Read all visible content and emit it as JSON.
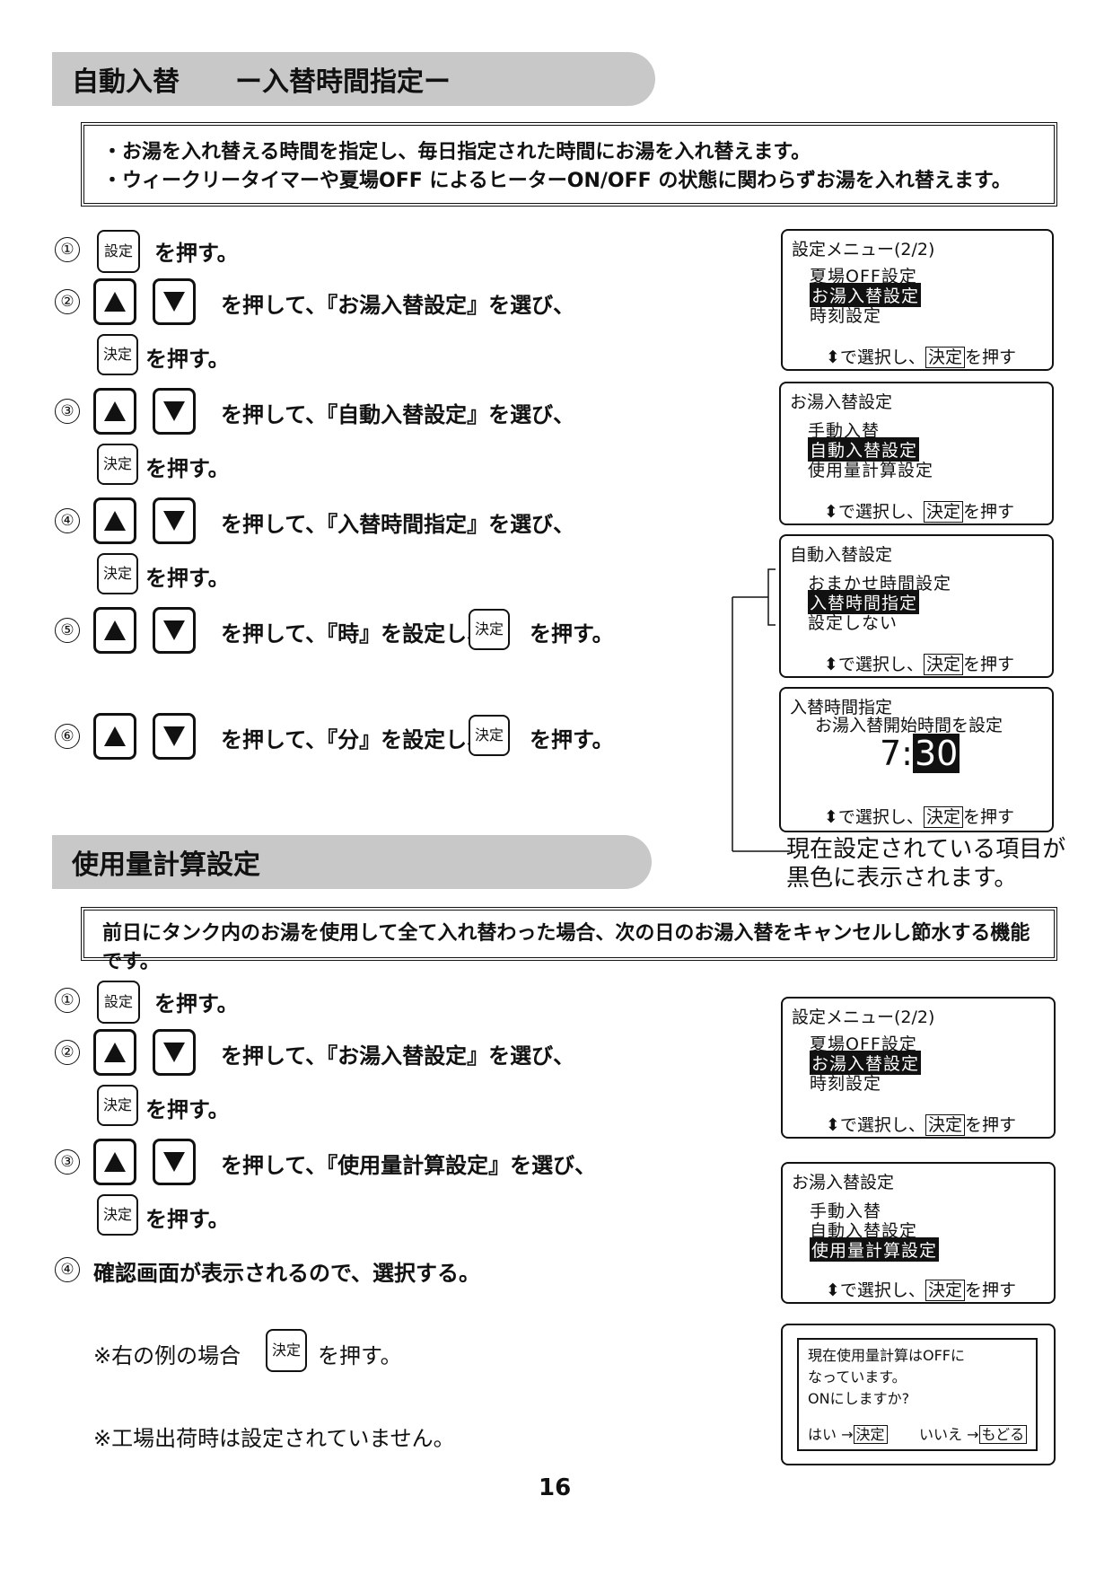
{
  "section1": {
    "title_main": "自動入替",
    "title_sub": "ー入替時間指定ー",
    "desc_line1": "・お湯を入れ替える時間を指定し、毎日指定された時間にお湯を入れ替えます。",
    "desc_line2": "・ウィークリータイマーや夏場OFF によるヒーターON/OFF の状態に関わらずお湯を入れ替えます。",
    "steps": {
      "s1_num": "①",
      "s1_text": "を押す。",
      "s2_num": "②",
      "s2_text": "を押して、『お湯入替設定』を選び、",
      "s2b_text": "を押す。",
      "s3_num": "③",
      "s3_text": "を押して、『自動入替設定』を選び、",
      "s3b_text": "を押す。",
      "s4_num": "④",
      "s4_text": "を押して、『入替時間指定』を選び、",
      "s4b_text": "を押す。",
      "s5_num": "⑤",
      "s5_text": "を押して、『時』を設定し、",
      "s5_end": "を押す。",
      "s6_num": "⑥",
      "s6_text": "を押して、『分』を設定し、",
      "s6_end": "を押す。"
    }
  },
  "section2": {
    "title": "使用量計算設定",
    "desc": "前日にタンク内のお湯を使用して全て入れ替わった場合、次の日のお湯入替をキャンセルし節水する機能です。",
    "steps": {
      "s1_num": "①",
      "s1_text": "を押す。",
      "s2_num": "②",
      "s2_text": "を押して、『お湯入替設定』を選び、",
      "s2b_text": "を押す。",
      "s3_num": "③",
      "s3_text": "を押して、『使用量計算設定』を選び、",
      "s3b_text": "を押す。",
      "s4_num": "④",
      "s4_text": "確認画面が表示されるので、選択する。",
      "note1_pre": "※右の例の場合",
      "note1_post": "を押す。",
      "note2": "※工場出荷時は設定されていません。"
    }
  },
  "buttons": {
    "settei": "設定",
    "kettei": "決定"
  },
  "lcd": {
    "footer_pre": "で選択し、",
    "footer_key": "決定",
    "footer_post": "を押す",
    "menu22": {
      "title": "設定メニュー(2/2)",
      "items": [
        "夏場OFF設定",
        "お湯入替設定",
        "時刻設定"
      ]
    },
    "oyu": {
      "title": "お湯入替設定",
      "items": [
        "手動入替",
        "自動入替設定",
        "使用量計算設定"
      ]
    },
    "jido": {
      "title": "自動入替設定",
      "items": [
        "おまかせ時間設定",
        "入替時間指定",
        "設定しない"
      ]
    },
    "jikan": {
      "title": "入替時間指定",
      "sub": "お湯入替開始時間を設定",
      "hour": "7:",
      "minute": "30"
    },
    "confirm": {
      "line1": "現在使用量計算はOFFに",
      "line2": "なっています。",
      "line3": "ONにしますか?",
      "yes": "はい →",
      "yes_key": "決定",
      "no": "いいえ →",
      "no_key": "もどる"
    }
  },
  "callout": {
    "line1": "現在設定されている項目が",
    "line2": "黒色に表示されます。"
  },
  "page_number": "16",
  "icons": [
    "up-arrow-icon",
    "down-arrow-icon",
    "updown-arrow-icon"
  ]
}
